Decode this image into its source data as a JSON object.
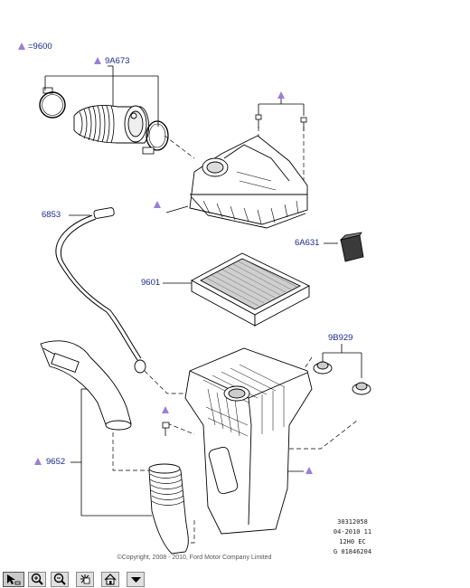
{
  "callouts": {
    "legend": "=9600",
    "duct": "9A673",
    "hose": "6853",
    "sensor": "6A631",
    "filter": "9601",
    "grommets": "9B929",
    "inlet": "9652"
  },
  "reference_codes": [
    "30312058",
    "04-2010 11",
    "12H0 EC",
    "G 01846204"
  ],
  "copyright": "©Copyright, 2008 - 2010, Ford Motor Company Limited",
  "toolbar": {
    "buttons": [
      "select",
      "zoom-in",
      "zoom-out",
      "fit",
      "home",
      "menu"
    ]
  },
  "colors": {
    "callout_text": "#1a2a8a",
    "marker": "#9a7fd6"
  }
}
